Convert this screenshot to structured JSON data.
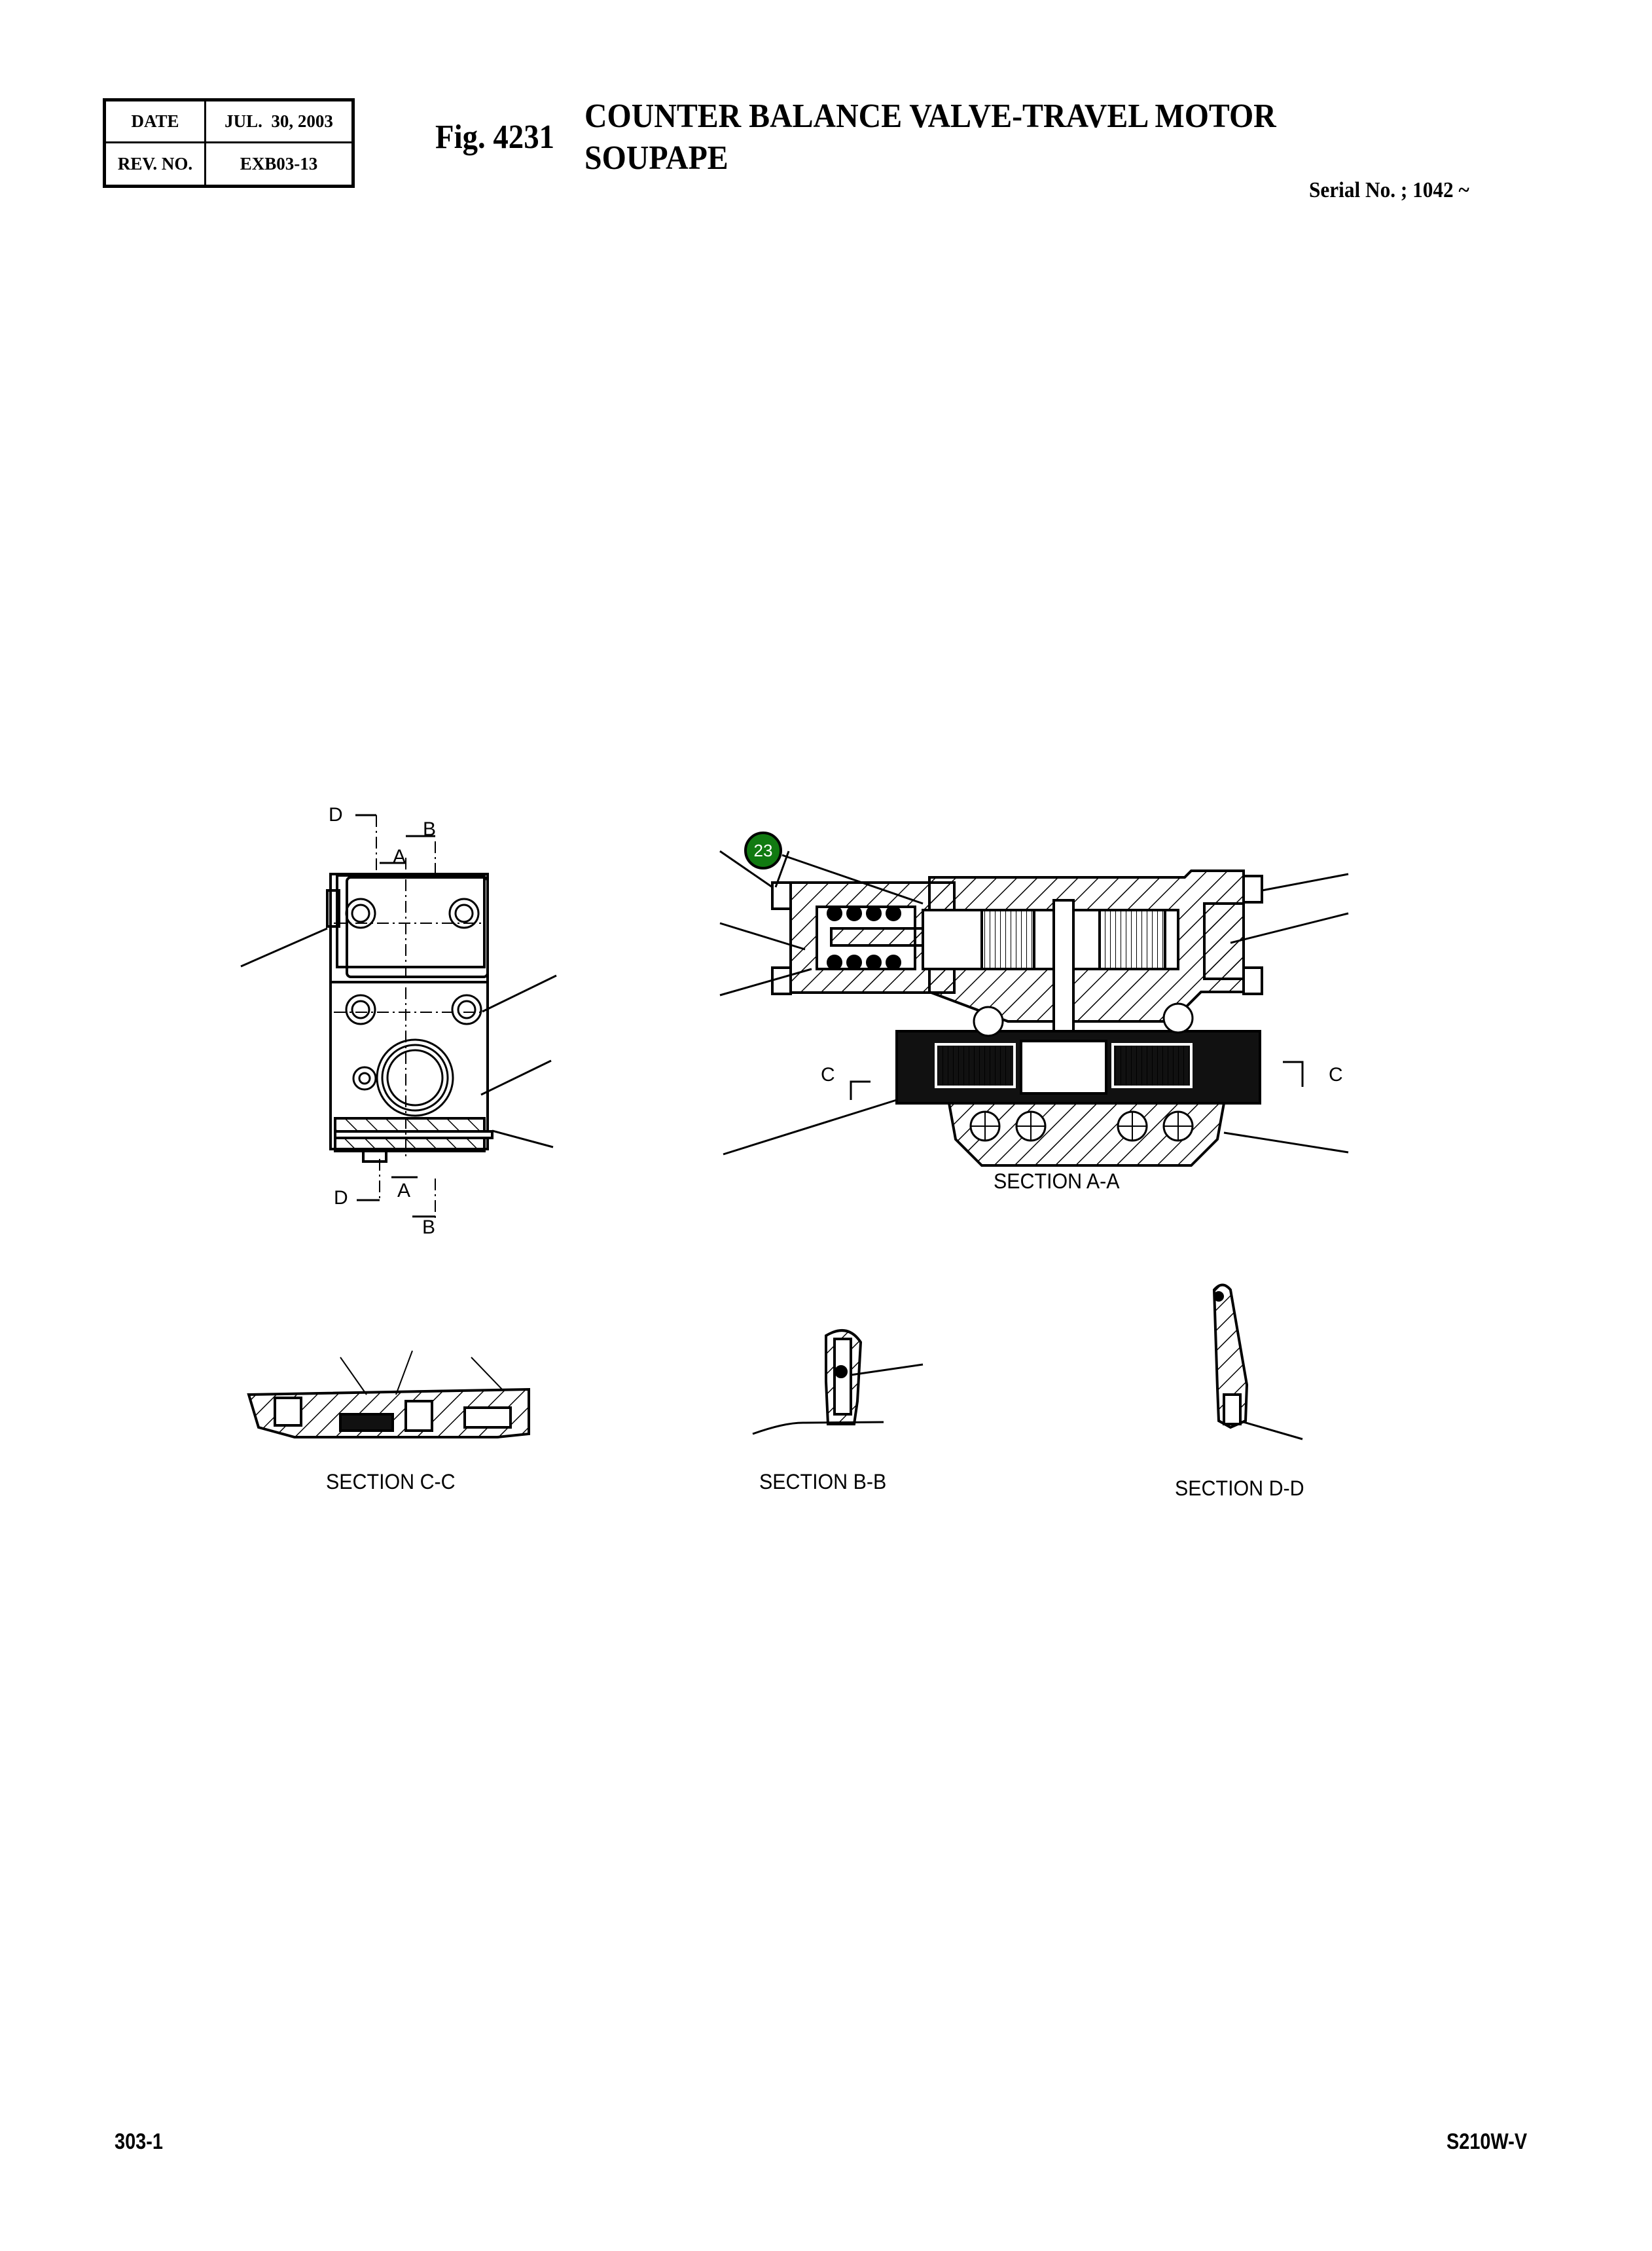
{
  "header": {
    "date_label": "DATE",
    "date_value": "JUL.  30, 2003",
    "rev_label": "REV. NO.",
    "rev_value": "EXB03-13",
    "fig_number": "Fig. 4231",
    "title_line1": "COUNTER BALANCE VALVE-TRAVEL MOTOR",
    "title_line2": "SOUPAPE",
    "serial": "Serial No. ; 1042 ~"
  },
  "drawing": {
    "callouts": [
      {
        "number": "23",
        "color": "#117a11"
      }
    ],
    "cut_marks": {
      "d_top": "D",
      "b_top": "B",
      "a_top": "A",
      "d_bottom": "D",
      "a_bottom": "A",
      "b_bottom": "B",
      "c_left": "C",
      "c_right": "C"
    },
    "sections": {
      "a": "SECTION A-A",
      "c": "SECTION C-C",
      "b": "SECTION B-B",
      "d": "SECTION D-D"
    }
  },
  "footer": {
    "page": "303-1",
    "model": "S210W-V"
  }
}
